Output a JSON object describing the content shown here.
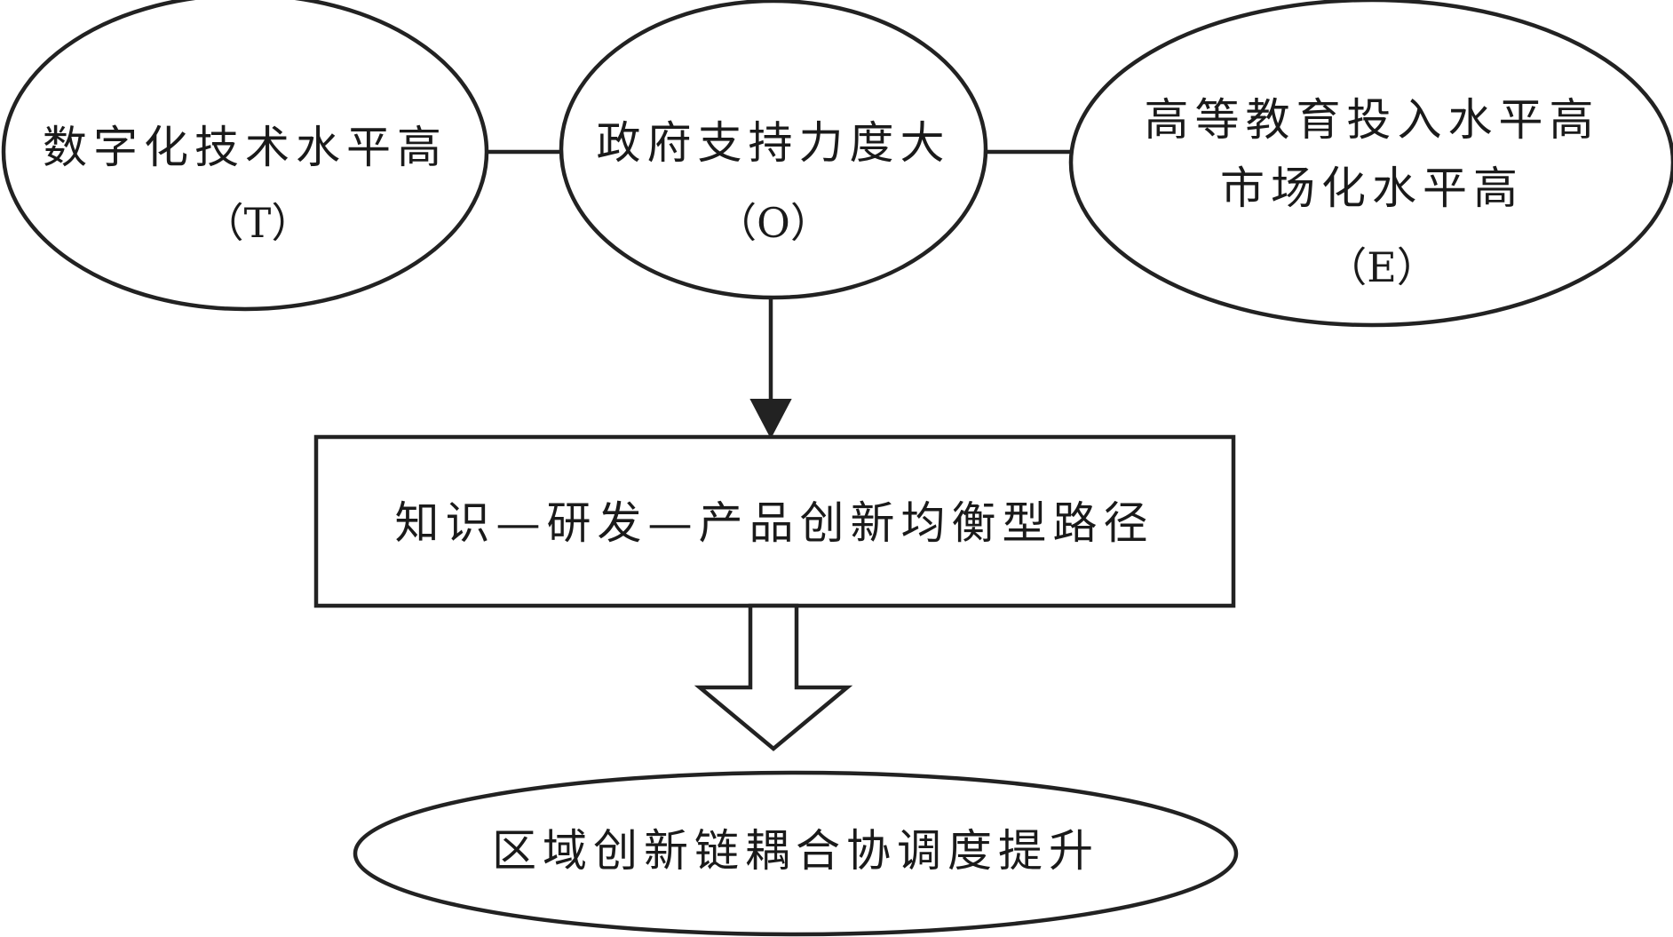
{
  "nodes": {
    "t": {
      "line1": "数字化技术水平高",
      "code": "（T）"
    },
    "o": {
      "line1": "政府支持力度大",
      "code": "（O）"
    },
    "e": {
      "line1": "高等教育投入水平高",
      "line2": "市场化水平高",
      "code": "（E）"
    },
    "path": {
      "label": "知识—研发—产品创新均衡型路径"
    },
    "result": {
      "label": "区域创新链耦合协调度提升"
    }
  }
}
